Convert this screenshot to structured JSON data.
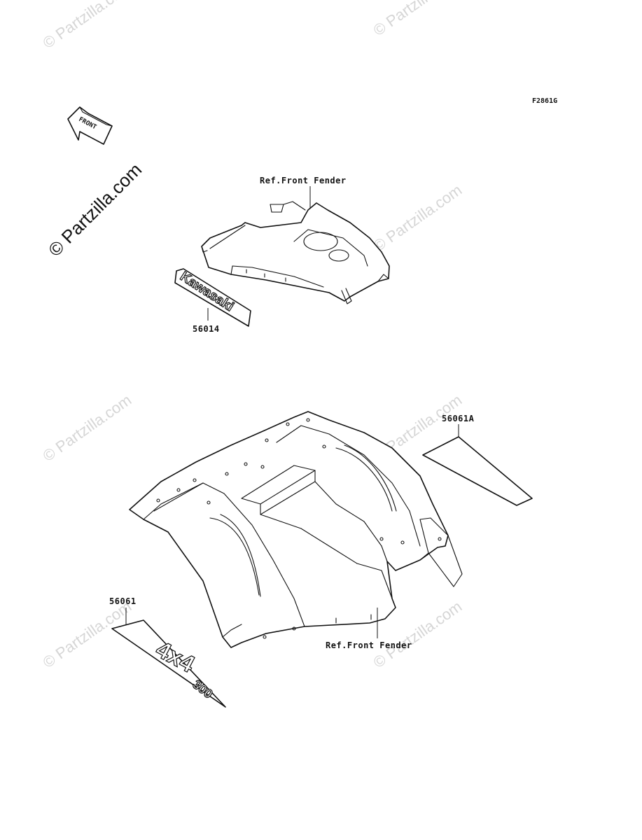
{
  "figure_code": "F2861G",
  "front_arrow_label": "FRONT",
  "watermark_text": "© Partzilla.com",
  "callouts": {
    "front_fender_top": "Ref.Front Fender",
    "front_fender_bottom": "Ref.Front Fender",
    "part_56014": "56014",
    "part_56061A": "56061A",
    "part_56061": "56061"
  },
  "decal_texts": {
    "kawasaki": "Kawasaki",
    "four_by_four": "4x4",
    "model_number": "300"
  }
}
